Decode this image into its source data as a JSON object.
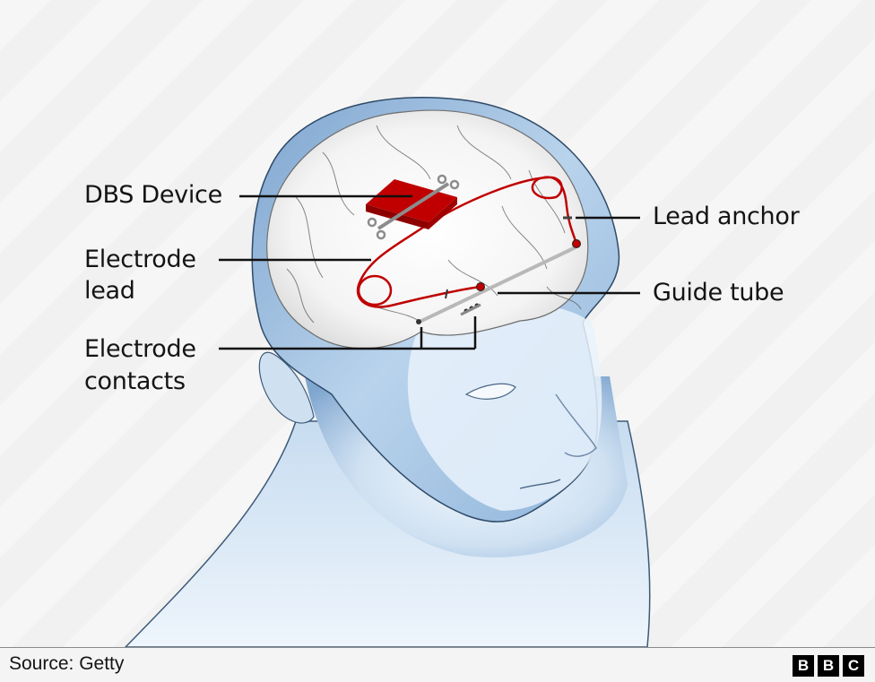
{
  "diagram": {
    "subject": "Deep brain stimulation (DBS) implant in human head",
    "labels": {
      "dbs_device": "DBS Device",
      "electrode_lead_line1": "Electrode",
      "electrode_lead_line2": "lead",
      "electrode_contacts_line1": "Electrode",
      "electrode_contacts_line2": "contacts",
      "lead_anchor": "Lead anchor",
      "guide_tube": "Guide tube"
    },
    "colors": {
      "device_red": "#c00000",
      "lead_red": "#c00000",
      "guide_tube_grey": "#b8b8b8",
      "skin_blue": "#a9c8e6",
      "leader_line": "#111111"
    }
  },
  "footer": {
    "source": "Source: Getty",
    "logo_letters": [
      "B",
      "B",
      "C"
    ]
  }
}
